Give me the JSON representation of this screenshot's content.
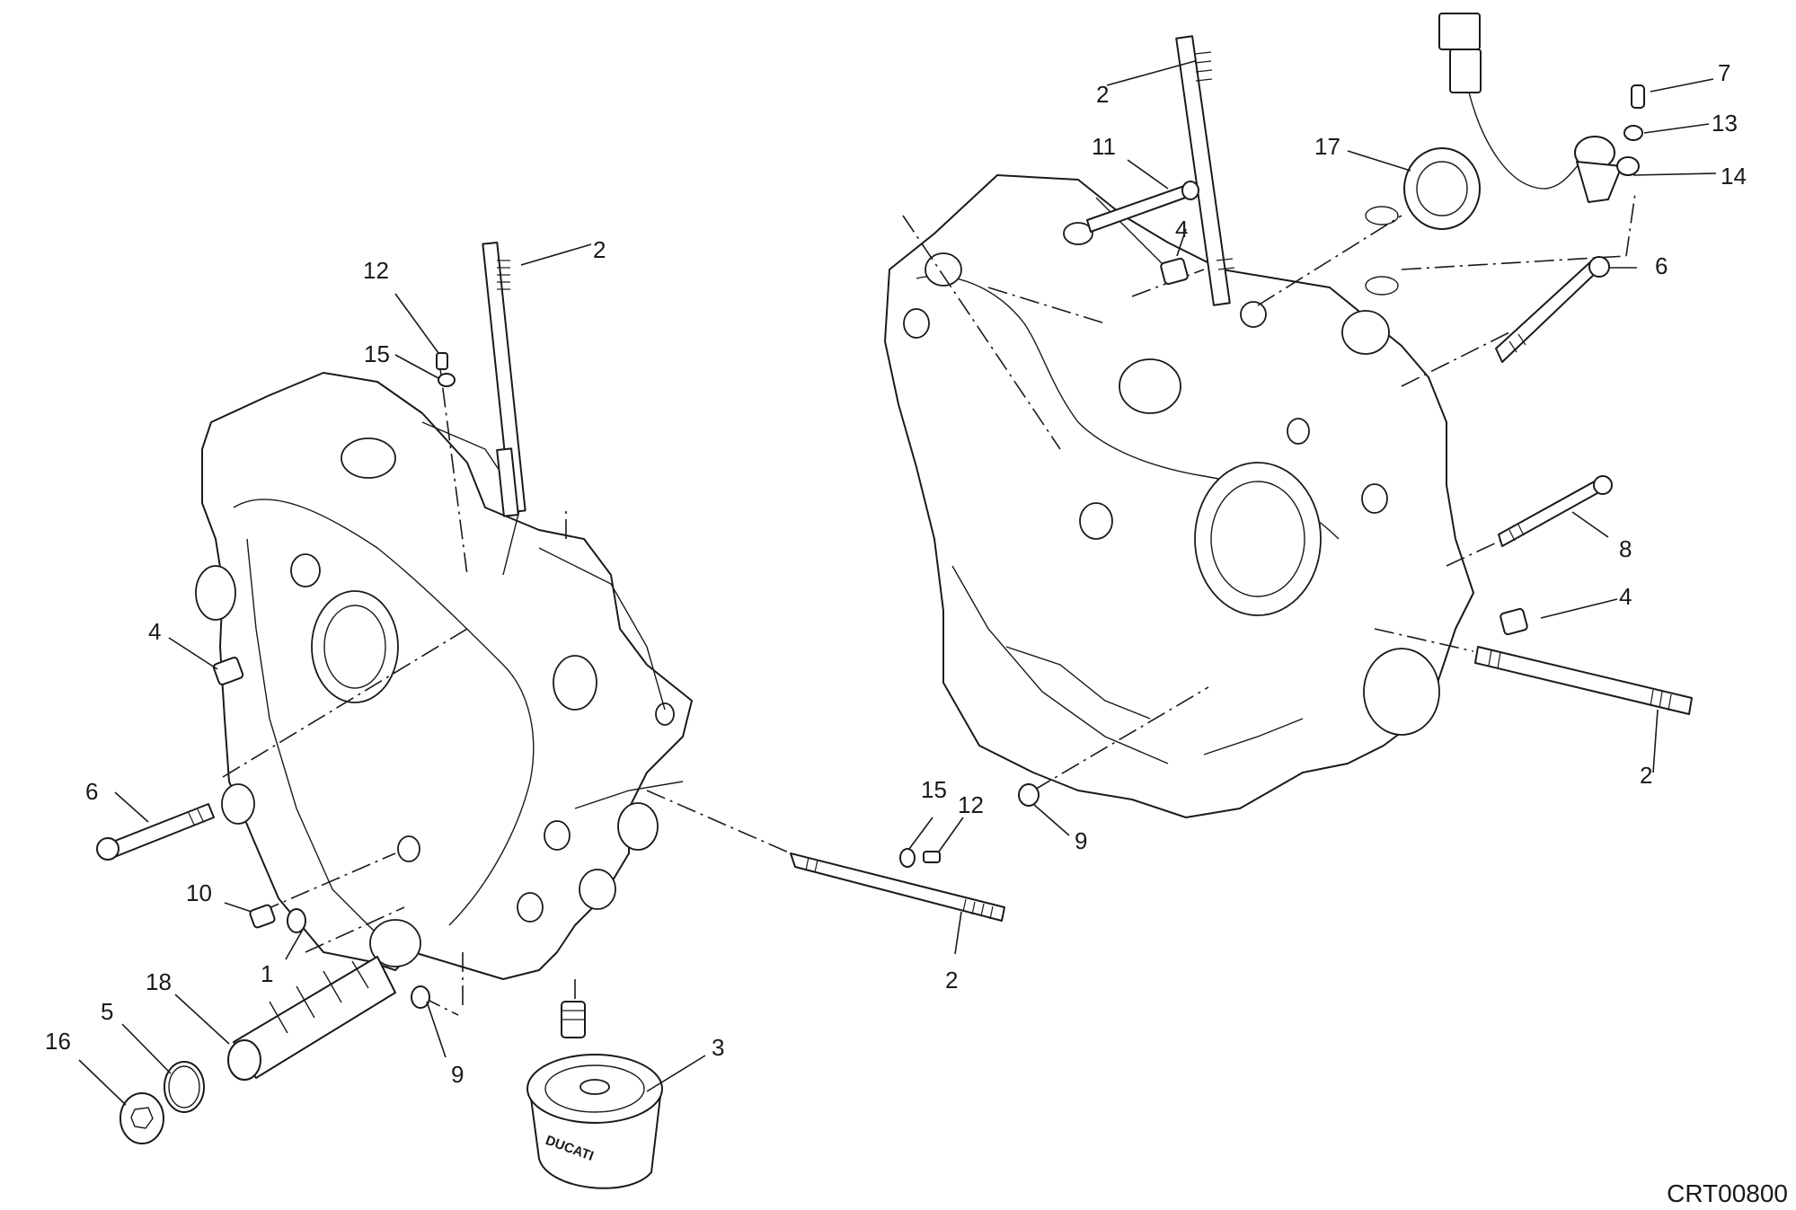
{
  "drawing_code": "CRT00800",
  "filter_brand": "DUCATI",
  "callouts": [
    {
      "id": "c1",
      "label": "1"
    },
    {
      "id": "c2a",
      "label": "2"
    },
    {
      "id": "c2b",
      "label": "2"
    },
    {
      "id": "c2c",
      "label": "2"
    },
    {
      "id": "c2d",
      "label": "2"
    },
    {
      "id": "c3",
      "label": "3"
    },
    {
      "id": "c4a",
      "label": "4"
    },
    {
      "id": "c4b",
      "label": "4"
    },
    {
      "id": "c4c",
      "label": "4"
    },
    {
      "id": "c5",
      "label": "5"
    },
    {
      "id": "c6a",
      "label": "6"
    },
    {
      "id": "c6b",
      "label": "6"
    },
    {
      "id": "c7",
      "label": "7"
    },
    {
      "id": "c8",
      "label": "8"
    },
    {
      "id": "c9a",
      "label": "9"
    },
    {
      "id": "c9b",
      "label": "9"
    },
    {
      "id": "c10",
      "label": "10"
    },
    {
      "id": "c11",
      "label": "11"
    },
    {
      "id": "c12a",
      "label": "12"
    },
    {
      "id": "c12b",
      "label": "12"
    },
    {
      "id": "c13",
      "label": "13"
    },
    {
      "id": "c14",
      "label": "14"
    },
    {
      "id": "c15a",
      "label": "15"
    },
    {
      "id": "c15b",
      "label": "15"
    },
    {
      "id": "c16",
      "label": "16"
    },
    {
      "id": "c17",
      "label": "17"
    },
    {
      "id": "c18",
      "label": "18"
    }
  ]
}
